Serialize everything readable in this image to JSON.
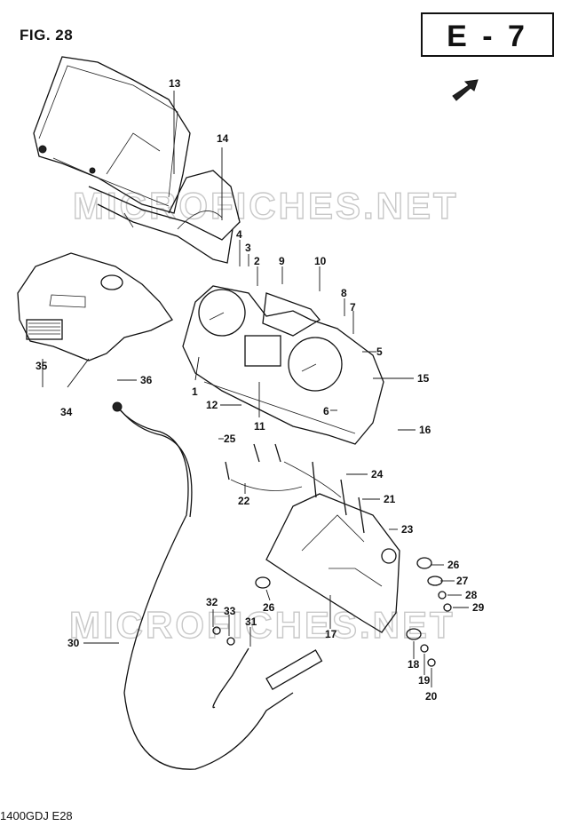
{
  "figure_label": "FIG. 28",
  "section_label": "E - 7",
  "footer_code": "1400GDJ  E28",
  "watermark_text": "MICROFICHES.NET",
  "callouts": [
    "1",
    "2",
    "3",
    "4",
    "5",
    "6",
    "7",
    "8",
    "9",
    "10",
    "11",
    "12",
    "13",
    "14",
    "15",
    "16",
    "17",
    "18",
    "19",
    "20",
    "21",
    "22",
    "23",
    "24",
    "25",
    "26",
    "26",
    "27",
    "28",
    "29",
    "30",
    "31",
    "32",
    "33",
    "34",
    "35",
    "36"
  ],
  "icons": [
    "front-arrow-icon"
  ]
}
